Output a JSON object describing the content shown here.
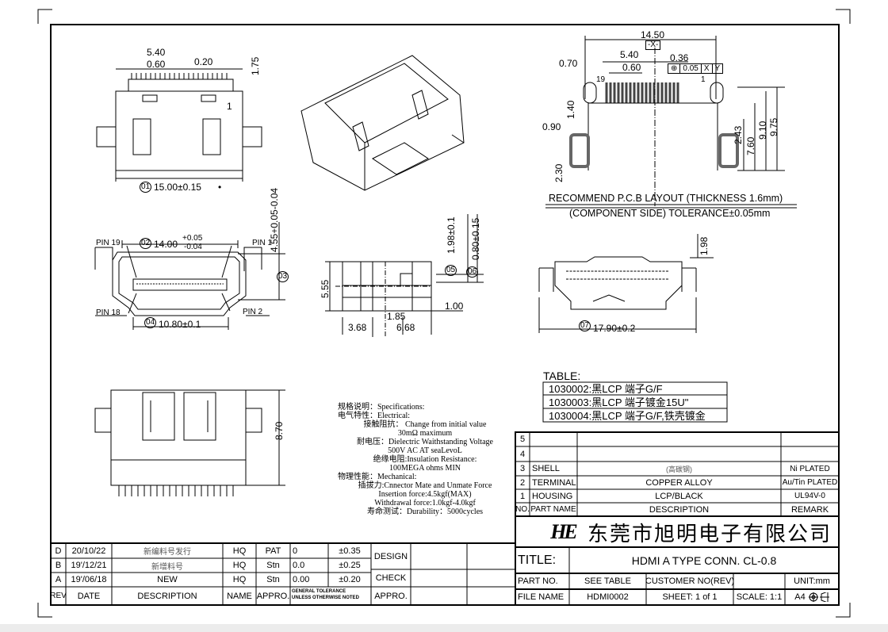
{
  "views": {
    "top": {
      "d1": "5.40",
      "d2": "0.60",
      "d3": "0.20",
      "d4": "1.75",
      "callout": "1",
      "width": "15.00±0.15",
      "mark": "01",
      "star": "•"
    },
    "front": {
      "pin19": "PIN 19",
      "pin1": "PIN 1",
      "pin18": "PIN 18",
      "pin2": "PIN 2",
      "w1": "14.00",
      "w1_tol_plus": "+0.05",
      "w1_tol_minus": "-0.04",
      "h1": "4.55+0.05-0.04",
      "w2": "10.80±0.1",
      "m2": "02",
      "m3": "03",
      "m4": "04",
      "star": "•"
    },
    "side": {
      "h": "5.55",
      "d1": "1.98±0.1",
      "d2": "0.80±0.15",
      "d3": "1.00",
      "d4": "1.85",
      "d5": "3.68",
      "d6": "6.68",
      "m5": "05",
      "m6": "06"
    },
    "rear": {
      "h": "1.98",
      "w": "17.90±0.2",
      "m7": "07",
      "star": "•"
    },
    "bottom": {
      "h": "8.70"
    }
  },
  "pcb": {
    "d_total": "14.50",
    "datum": "-X-",
    "d_pitch_span": "5.40",
    "d_pitch": "0.60",
    "d_pin": "0.36",
    "tol_frame": [
      "⊕",
      "0.05",
      "X",
      "Y"
    ],
    "d_070": "0.70",
    "d_090": "0.90",
    "d_140": "1.40",
    "d_230": "2.30",
    "d_243": "2.43",
    "d_760": "7.60",
    "d_910": "9.10",
    "d_975": "9.75",
    "pin19": "19",
    "pin1": "1",
    "caption1": "RECOMMEND P.C.B LAYOUT (THICKNESS 1.6mm)",
    "caption2": "(COMPONENT SIDE) TOLERANCE±0.05mm"
  },
  "specs": [
    "规格说明：Specifications:",
    "电气特性：Electrical:",
    "接触阻抗： Change from initial value",
    "30mΩ  maximum",
    "耐电压：Dielectric Waithstanding Voltage",
    "500V AC AT seaLevoL",
    "绝缘电阻:Insulation  Resistance:",
    "100MEGA ohms MIN",
    "物理性能：Mechanical:",
    "插拔力:Cnnector Mate and Unmate Force",
    "Insertion force:4.5kgf(MAX)",
    "Withdrawal force:1.0kgf-4.0kgf",
    "寿命测试：Durability：5000cycles"
  ],
  "table": {
    "title": "TABLE:",
    "rows": [
      "1030002:黑LCP 端子G/F",
      "1030003:黑LCP 端子镀金15U\"",
      "1030004:黑LCP 端子G/F,铁壳镀金"
    ]
  },
  "parts": {
    "rows": [
      {
        "no": "5",
        "name": "",
        "desc": "",
        "remark": ""
      },
      {
        "no": "4",
        "name": "",
        "desc": "",
        "remark": ""
      },
      {
        "no": "3",
        "name": "SHELL",
        "desc": "(高碳钢)",
        "remark": "Ni PLATED"
      },
      {
        "no": "2",
        "name": "TERMINAL",
        "desc": "COPPER ALLOY",
        "remark": "Au/Tin PLATED"
      },
      {
        "no": "1",
        "name": "HOUSING",
        "desc": "LCP/BLACK",
        "remark": "UL94V-0"
      }
    ],
    "header": {
      "no": "NO.",
      "name": "PART NAME",
      "desc": "DESCRIPTION",
      "remark": "REMARK"
    }
  },
  "company": {
    "logo": "HE",
    "name": "东莞市旭明电子有限公司"
  },
  "title_block": {
    "title_label": "TITLE:",
    "title": "HDMI A TYPE CONN. CL-0.8",
    "part_no_label": "PART NO.",
    "part_no": "SEE TABLE",
    "customer_label": "CUSTOMER NO(REV)",
    "customer": "",
    "unit": "UNIT:mm",
    "file_label": "FILE NAME",
    "file": "HDMI0002",
    "sheet": "SHEET: 1 of 1",
    "scale": "SCALE: 1:1",
    "size": "A4"
  },
  "revisions": {
    "rows": [
      {
        "rev": "D",
        "date": "20/10/22",
        "desc": "新编料号发行",
        "name": "HQ",
        "appro": "PAT",
        "tol_val": "0",
        "tol": "±0.35"
      },
      {
        "rev": "B",
        "date": "19'/12/21",
        "desc": "新增料号",
        "name": "HQ",
        "appro": "Stn",
        "tol_val": "0.0",
        "tol": "±0.25"
      },
      {
        "rev": "A",
        "date": "19'/06/18",
        "desc": "NEW",
        "name": "HQ",
        "appro": "Stn",
        "tol_val": "0.00",
        "tol": "±0.20"
      }
    ],
    "header": {
      "rev": "REV",
      "date": "DATE",
      "desc": "DESCRIPTION",
      "name": "NAME",
      "appro": "APPRO.",
      "tol1": "GENERAL TOLERANCE",
      "tol2": "UNLESS OTHERWISE NOTED"
    }
  },
  "signoff": {
    "design": "DESIGN",
    "check": "CHECK",
    "appro": "APPRO."
  }
}
